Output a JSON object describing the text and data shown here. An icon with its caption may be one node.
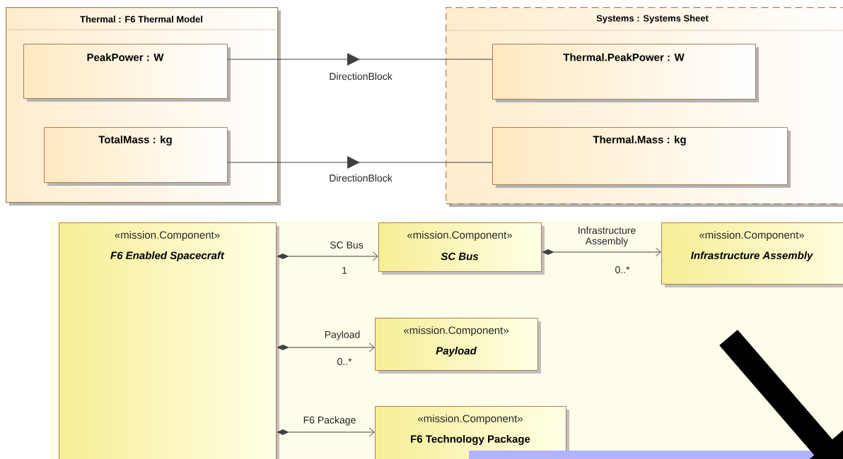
{
  "diagram": {
    "nodes": [
      {
        "text": [
          "Thermal : F6 Thermal Model"
        ]
      },
      {
        "text": [
          "PeakPower : W"
        ],
        "in": 0
      },
      {
        "text": [
          "TotalMass : kg"
        ],
        "in": 0
      },
      {
        "text": [
          "Systems : Systems Sheet"
        ]
      },
      {
        "text": [
          "Thermal.PeakPower : W"
        ],
        "in": 3
      },
      {
        "text": [
          "Thermal.Mass : kg"
        ],
        "in": 3
      },
      {
        "text": [
          "«mission.Component»",
          "F6 Enabled Spacecraft"
        ]
      },
      {
        "text": [
          "«mission.Component»",
          "SC Bus"
        ]
      },
      {
        "text": [
          "«mission.Component»",
          "Infrastructure Assembly"
        ]
      },
      {
        "text": [
          "«mission.Component»",
          "Payload"
        ]
      },
      {
        "text": [
          "«mission.Component»",
          "F6 Technology Package"
        ]
      }
    ],
    "edges": [
      {
        "from": 1,
        "to": 4,
        "arrow": "to",
        "label": "DirectionBlock"
      },
      {
        "from": 2,
        "to": 5,
        "arrow": "to",
        "label": "DirectionBlock"
      },
      {
        "from": 6,
        "to": 7,
        "arrow": "to",
        "label": "SC Bus"
      },
      {
        "from": 7,
        "to": 8,
        "arrow": "to",
        "label": "Infrastructure Assembly"
      },
      {
        "from": 6,
        "to": 9,
        "arrow": "to",
        "label": "Payload"
      },
      {
        "from": 6,
        "to": 10,
        "arrow": "to",
        "label": "F6 Package"
      }
    ],
    "labels": [
      "1",
      "0..*",
      "0..*"
    ]
  }
}
